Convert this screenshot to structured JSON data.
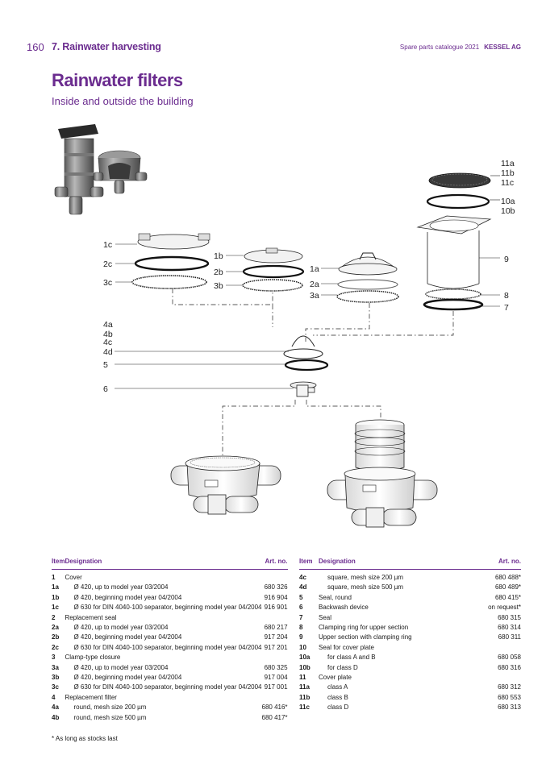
{
  "header": {
    "page_number": "160",
    "chapter": "7. Rainwater harvesting",
    "catalogue": "Spare parts catalogue 2021",
    "brand": "KESSEL AG"
  },
  "title": "Rainwater filters",
  "subtitle": "Inside and outside the building",
  "callouts": {
    "c11a": "11a",
    "c11b": "11b",
    "c11c": "11c",
    "c10a": "10a",
    "c10b": "10b",
    "c9": "9",
    "c8": "8",
    "c7": "7",
    "c1c": "1c",
    "c2c": "2c",
    "c3c": "3c",
    "c1b": "1b",
    "c2b": "2b",
    "c3b": "3b",
    "c1a": "1a",
    "c2a": "2a",
    "c3a": "3a",
    "c4a": "4a",
    "c4b": "4b",
    "c4c": "4c",
    "c4d": "4d",
    "c5": "5",
    "c6": "6"
  },
  "table_headers": {
    "item": "Item",
    "designation": "Designation",
    "art_no": "Art. no."
  },
  "table_left": [
    {
      "item": "1",
      "desc": "Cover",
      "art": "",
      "sub": false
    },
    {
      "item": "1a",
      "desc": "Ø 420, up to model year 03/2004",
      "art": "680 326",
      "sub": true
    },
    {
      "item": "1b",
      "desc": "Ø 420, beginning model year 04/2004",
      "art": "916 904",
      "sub": true
    },
    {
      "item": "1c",
      "desc": "Ø 630 for DIN 4040-100 separator, beginning model year 04/2004",
      "art": "916 901",
      "sub": true
    },
    {
      "item": "2",
      "desc": "Replacement seal",
      "art": "",
      "sub": false
    },
    {
      "item": "2a",
      "desc": "Ø 420, up to model year 03/2004",
      "art": "680 217",
      "sub": true
    },
    {
      "item": "2b",
      "desc": "Ø 420, beginning model year 04/2004",
      "art": "917 204",
      "sub": true
    },
    {
      "item": "2c",
      "desc": "Ø 630 for DIN 4040-100 separator, beginning model year 04/2004",
      "art": "917 201",
      "sub": true
    },
    {
      "item": "3",
      "desc": "Clamp-type closure",
      "art": "",
      "sub": false
    },
    {
      "item": "3a",
      "desc": "Ø 420, up to model year 03/2004",
      "art": "680 325",
      "sub": true
    },
    {
      "item": "3b",
      "desc": "Ø 420, beginning model year 04/2004",
      "art": "917 004",
      "sub": true
    },
    {
      "item": "3c",
      "desc": "Ø 630 for DIN 4040-100 separator, beginning model year 04/2004",
      "art": "917 001",
      "sub": true
    },
    {
      "item": "4",
      "desc": "Replacement filter",
      "art": "",
      "sub": false
    },
    {
      "item": "4a",
      "desc": "round, mesh size 200 µm",
      "art": "680 416*",
      "sub": true
    },
    {
      "item": "4b",
      "desc": "round, mesh size 500 µm",
      "art": "680 417*",
      "sub": true
    }
  ],
  "table_right": [
    {
      "item": "4c",
      "desc": "square, mesh size 200 µm",
      "art": "680 488*",
      "sub": true
    },
    {
      "item": "4d",
      "desc": "square, mesh size 500 µm",
      "art": "680 489*",
      "sub": true
    },
    {
      "item": "5",
      "desc": "Seal, round",
      "art": "680 415*",
      "sub": false
    },
    {
      "item": "6",
      "desc": "Backwash device",
      "art": "on request*",
      "sub": false
    },
    {
      "item": "7",
      "desc": "Seal",
      "art": "680 315",
      "sub": false
    },
    {
      "item": "8",
      "desc": "Clamping ring for upper section",
      "art": "680 314",
      "sub": false
    },
    {
      "item": "9",
      "desc": "Upper section with clamping ring",
      "art": "680 311",
      "sub": false
    },
    {
      "item": "10",
      "desc": "Seal for cover plate",
      "art": "",
      "sub": false
    },
    {
      "item": "10a",
      "desc": "for class A and B",
      "art": "680 058",
      "sub": true
    },
    {
      "item": "10b",
      "desc": "for class D",
      "art": "680 316",
      "sub": true
    },
    {
      "item": "11",
      "desc": "Cover plate",
      "art": "",
      "sub": false
    },
    {
      "item": "11a",
      "desc": "class A",
      "art": "680 312",
      "sub": true
    },
    {
      "item": "11b",
      "desc": "class B",
      "art": "680 553",
      "sub": true
    },
    {
      "item": "11c",
      "desc": "class D",
      "art": "680 313",
      "sub": true
    }
  ],
  "footnote": "* As long as stocks last"
}
